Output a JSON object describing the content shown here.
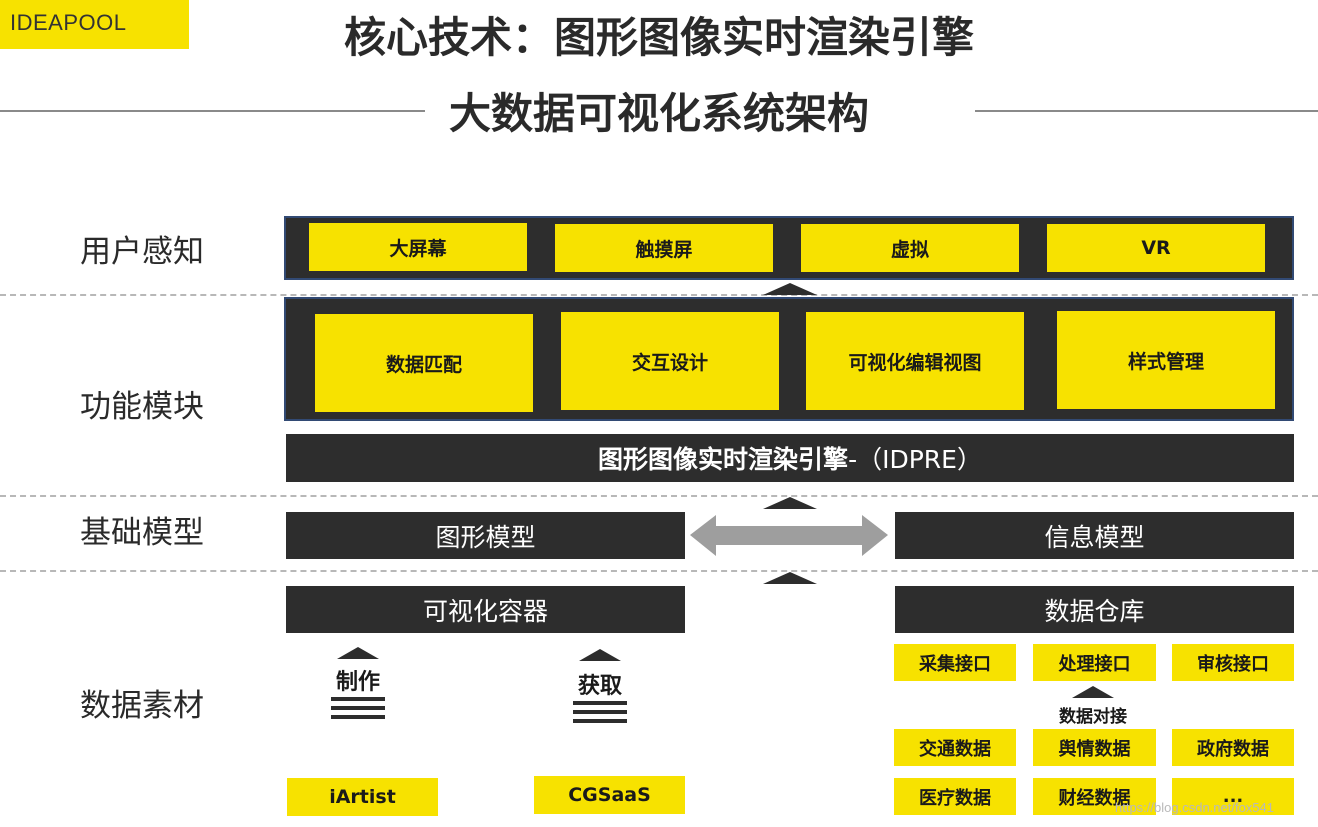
{
  "brand": "IDEAPOOL",
  "title_line1": "核心技术：图形图像实时渲染引擎",
  "title_line2": "大数据可视化系统架构",
  "layers": {
    "user_perception": "用户感知",
    "function_modules": "功能模块",
    "base_models": "基础模型",
    "data_materials": "数据素材"
  },
  "user_perception_items": [
    "大屏幕",
    "触摸屏",
    "虚拟",
    "VR"
  ],
  "function_module_items": [
    "数据匹配",
    "交互设计",
    "可视化编辑视图",
    "样式管理"
  ],
  "engine_bar": {
    "name": "图形图像实时渲染引擎",
    "suffix": " -（IDPRE）"
  },
  "base_models": {
    "graphic_model": "图形模型",
    "info_model": "信息模型"
  },
  "visual_container": "可视化容器",
  "data_warehouse": "数据仓库",
  "tools": [
    {
      "verb": "制作",
      "name": "iArtist"
    },
    {
      "verb": "获取",
      "name": "CGSaaS"
    }
  ],
  "interfaces": [
    "采集接口",
    "处理接口",
    "审核接口"
  ],
  "data_docking": "数据对接",
  "data_sources": [
    "交通数据",
    "舆情数据",
    "政府数据",
    "医疗数据",
    "财经数据",
    "..."
  ],
  "watermark": "https://blog.csdn.net/fox541",
  "colors": {
    "accent_yellow": "#f7e200",
    "dark_bar": "#2d2d2d",
    "panel_border": "#324a74",
    "double_arrow": "#9e9e9e"
  }
}
